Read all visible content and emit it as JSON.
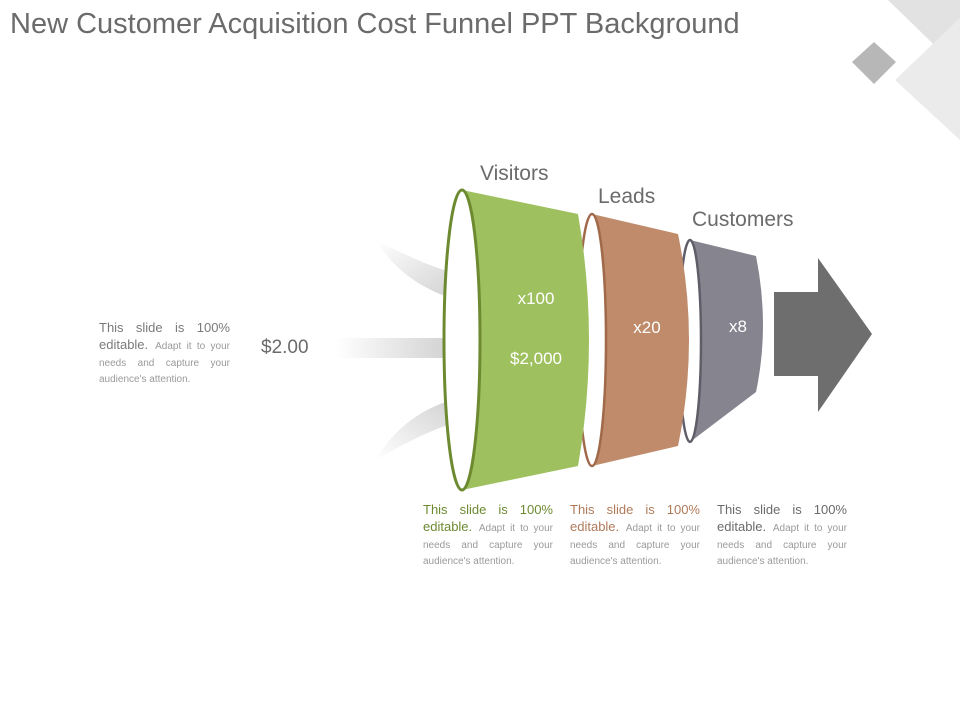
{
  "slide": {
    "title": "New Customer Acquisition Cost Funnel PPT Background"
  },
  "funnel": {
    "cost": "$2.00",
    "stages": [
      {
        "label": "Visitors",
        "values": [
          "x100",
          "$2,000"
        ],
        "color": "#9fc05f",
        "edge": "#6d8a31"
      },
      {
        "label": "Leads",
        "values": [
          "x20"
        ],
        "color": "#bf8b6b",
        "edge": "#a0694a"
      },
      {
        "label": "Customers",
        "values": [
          "x8"
        ],
        "color": "#85848f",
        "edge": "#5f5e68"
      }
    ]
  },
  "notes": {
    "left": {
      "lead": "This slide is 100% editable.",
      "body": "Adapt it to your needs and capture your audience's attention."
    },
    "visitors": {
      "lead": "This slide is 100% editable.",
      "body": "Adapt it to your needs and capture your audience's attention."
    },
    "leads": {
      "lead": "This slide is 100% editable.",
      "body": "Adapt it to your needs and capture your audience's attention."
    },
    "customers": {
      "lead": "This slide is 100% editable.",
      "body": "Adapt it to your needs and capture your audience's attention."
    }
  },
  "colors": {
    "text": "#6b6b6b",
    "arrow_out": "#6e6e6e",
    "arrow_in_dark": "#c8c8c8",
    "arrow_in_light": "#ffffff"
  }
}
